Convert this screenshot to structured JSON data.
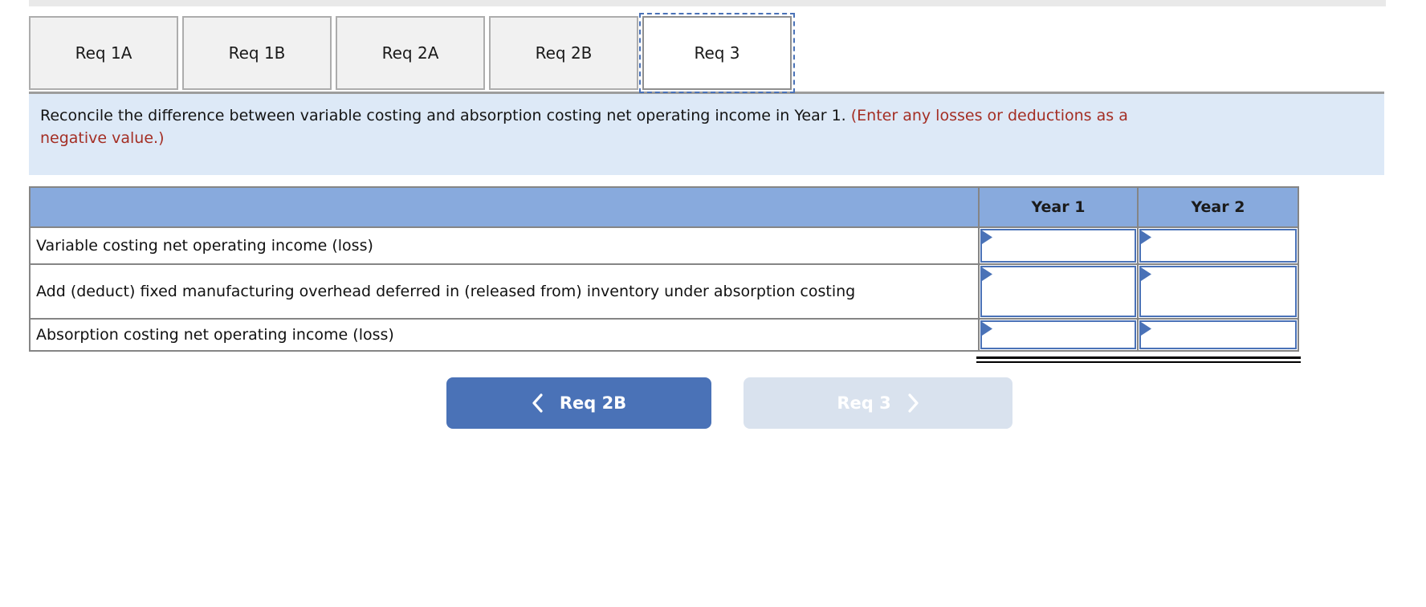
{
  "tabs": [
    {
      "label": "Req 1A",
      "active": false
    },
    {
      "label": "Req 1B",
      "active": false
    },
    {
      "label": "Req 2A",
      "active": false
    },
    {
      "label": "Req 2B",
      "active": false
    },
    {
      "label": "Req 3",
      "active": true
    }
  ],
  "banner": {
    "text_main": "Reconcile the difference between variable costing and absorption costing net operating income in Year 1.",
    "text_warning": "(Enter any losses or deductions as a negative value.)"
  },
  "table": {
    "columns": [
      "Year 1",
      "Year 2"
    ],
    "rows": [
      {
        "label": "Variable costing net operating income (loss)",
        "values": [
          "",
          ""
        ]
      },
      {
        "label": "Add (deduct) fixed manufacturing overhead deferred in (released from) inventory under absorption costing",
        "values": [
          "",
          ""
        ]
      },
      {
        "label": "Absorption costing net operating income (loss)",
        "values": [
          "",
          ""
        ]
      }
    ]
  },
  "nav": {
    "prev_label": "Req 2B",
    "next_label": "Req 3"
  },
  "colors": {
    "accent_blue": "#4a72b7",
    "header_blue": "#88aadd",
    "banner_bg": "#dde9f7",
    "warning_red": "#a42e24",
    "disabled_button_bg": "#d9e2ee"
  }
}
